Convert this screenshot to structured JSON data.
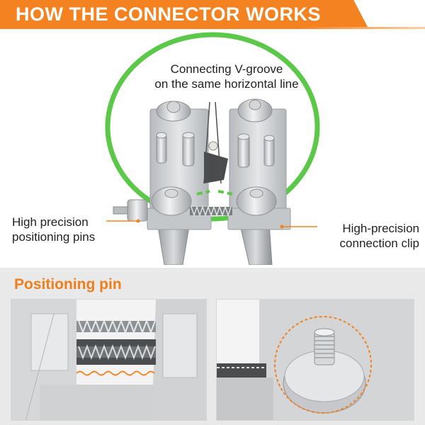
{
  "header": {
    "title": "HOW THE CONNECTOR WORKS"
  },
  "main": {
    "callouts": {
      "groove_line1": "Connecting V-groove",
      "groove_line2": "on the same horizontal line",
      "pins_line1": "High precision",
      "pins_line2": "positioning pins",
      "clip_line1": "High-precision",
      "clip_line2": "connection clip"
    }
  },
  "section2": {
    "title": "Positioning pin"
  },
  "colors": {
    "accent": "#f58220",
    "ring": "#5cc84a",
    "metal": "#c9cbce",
    "metal_dark": "#9a9da1",
    "panel_bg": "#e9e9e9"
  }
}
